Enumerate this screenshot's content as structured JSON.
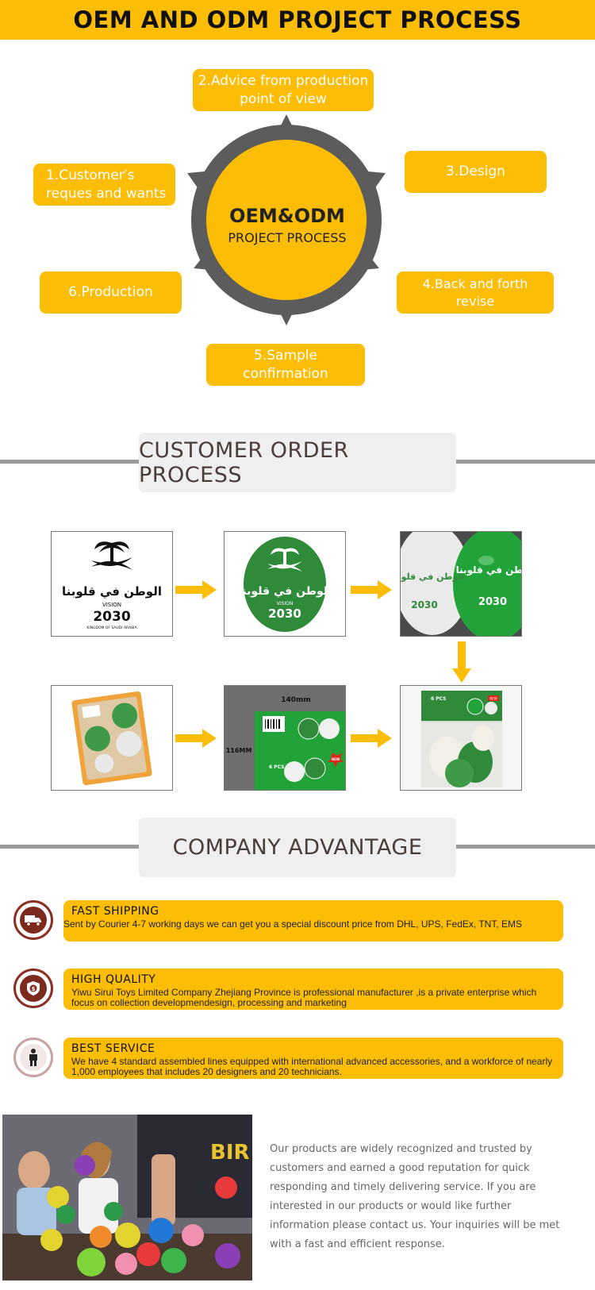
{
  "header": {
    "title": "OEM AND ODM PROJECT PROCESS"
  },
  "wheel": {
    "center_title": "OEM&ODM",
    "center_subtitle": "PROJECT PROCESS"
  },
  "steps": [
    {
      "label": "2.Advice from production\n      point of view"
    },
    {
      "label": "1.Customer′s\nreques and wants"
    },
    {
      "label": "3.Design"
    },
    {
      "label": "6.Production"
    },
    {
      "label": "4.Back and forth revise"
    },
    {
      "label": "5.Sample confirmation"
    }
  ],
  "sections": {
    "order": "CUSTOMER ORDER PROCESS",
    "advantage": "COMPANY ADVANTAGE"
  },
  "order_images": {
    "logo_arabic": "الوطن في قلوبنا",
    "vision_word": "VISION",
    "vision_year": "2030",
    "kingdom": "KINGDOM OF SAUDI ARABIA",
    "dim_width": "140mm",
    "dim_height": "116MM",
    "pack_count": "6 PCS",
    "pack_badge": "NEW"
  },
  "advantages": [
    {
      "title": "FAST SHIPPING",
      "text": "Sent by Courier 4-7 working days we can get you a special discount   price from DHL, UPS, FedEx, TNT, EMS",
      "icon": "truck-icon"
    },
    {
      "title": "HIGH QUALITY",
      "text": "Yiwu Sirui Toys Limited Company Zhejiang Province is  professional manufacturer ,is a private enterprise which focus on collection developmendesign, processing and marketing",
      "icon": "shield-dollar-icon"
    },
    {
      "title": "BEST SERVICE",
      "text": "We have 4 standard assembled lines equipped with international advanced accessories, and a workforce of nearly 1,000 employees that includes 20 designers and 20 technicians.",
      "icon": "person-icon"
    }
  ],
  "photo": {
    "banner_letters": "BIR"
  },
  "about": {
    "text": "Our products are widely recognized and trusted by customers and earned a good reputation for quick responding and timely delivering service. If you are interested in our products or would like further information please contact us. Your inquiries will be met with a fast and efficient response."
  },
  "colors": {
    "accent": "#fcbd07",
    "wheel_gray": "#5c5c5c",
    "green": "#2f8a3a",
    "icon_red": "#7d2a1e"
  }
}
